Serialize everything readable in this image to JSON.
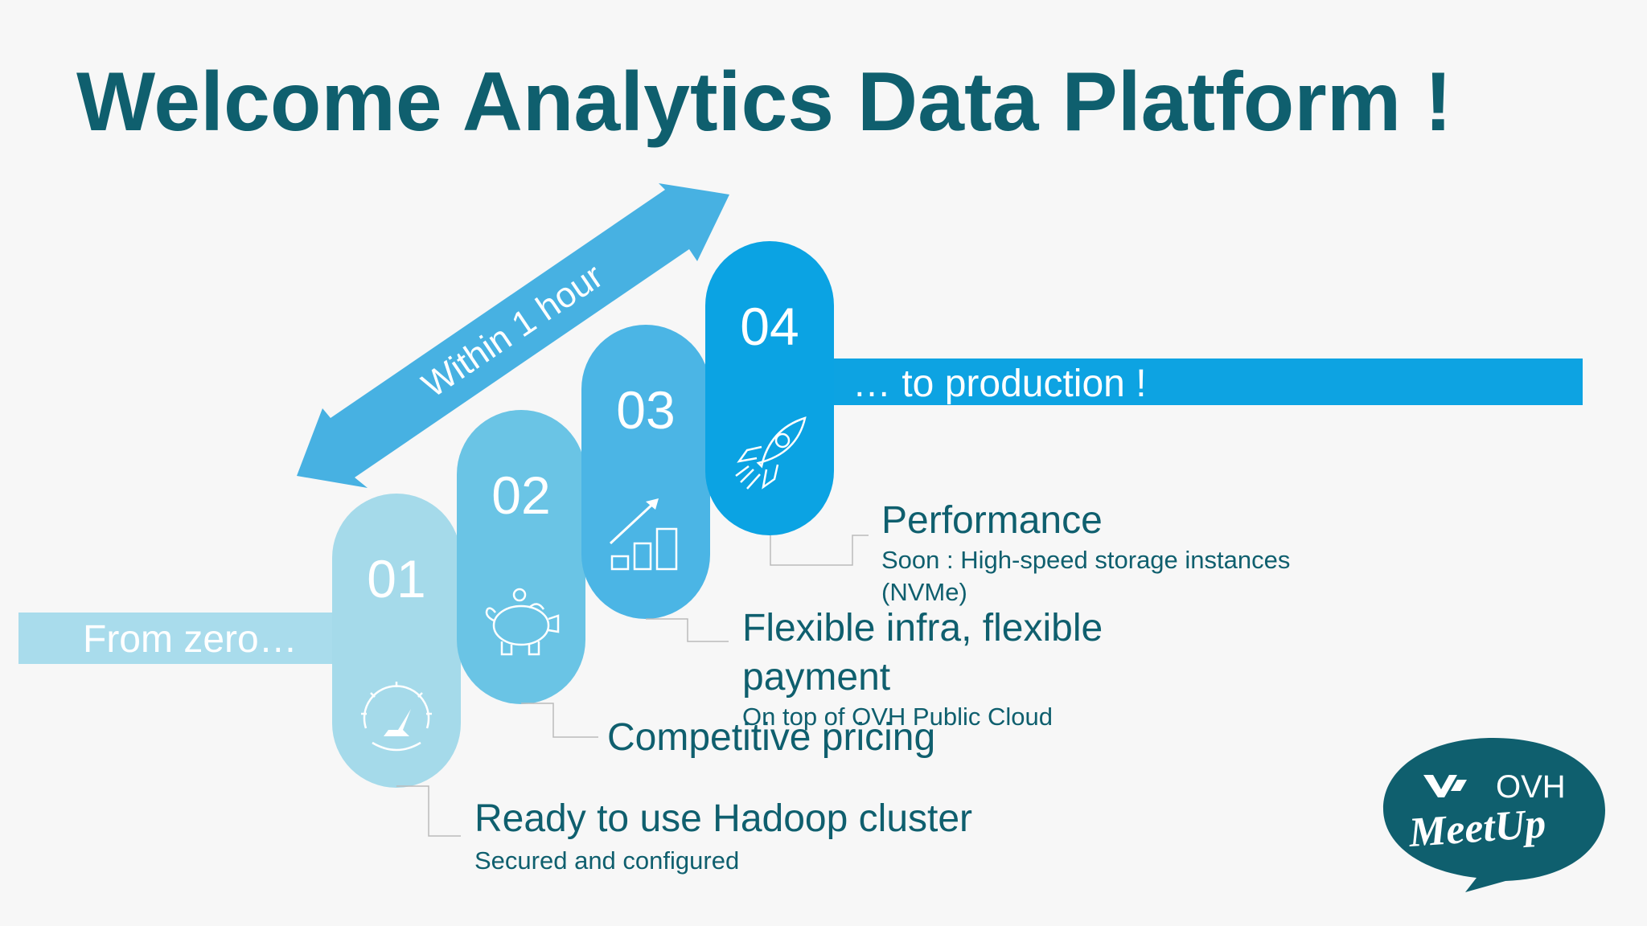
{
  "slide": {
    "title": "Welcome Analytics Data Platform !",
    "from_label": "From zero…",
    "to_label": "… to production !",
    "arrow_label": "Within 1 hour"
  },
  "steps": [
    {
      "number": "01",
      "icon": "gauge-icon",
      "title": "Ready to use Hadoop cluster",
      "subtitle": "Secured and configured"
    },
    {
      "number": "02",
      "icon": "piggy-bank-icon",
      "title": "Competitive pricing",
      "subtitle": ""
    },
    {
      "number": "03",
      "icon": "growth-chart-icon",
      "title_line1": "Flexible infra, flexible",
      "title_line2": "payment",
      "subtitle": "On top of OVH Public Cloud"
    },
    {
      "number": "04",
      "icon": "rocket-icon",
      "title": "Performance",
      "subtitle_line1": "Soon : High-speed storage instances",
      "subtitle_line2": "(NVMe)"
    }
  ],
  "logo": {
    "brand": "OVH",
    "tagline": "MeetUp"
  },
  "colors": {
    "title": "#0f5f6e",
    "pill_01": "#a5daea",
    "pill_02": "#6ac4e5",
    "pill_03": "#4bb5e5",
    "pill_04": "#0ba3e3",
    "arrow": "#47b1e2",
    "logo_bg": "#0f5f6e"
  }
}
